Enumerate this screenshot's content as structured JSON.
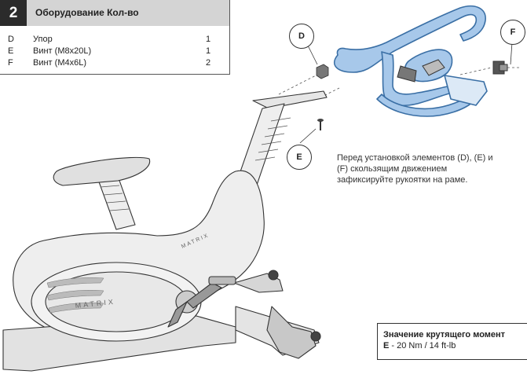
{
  "parts_table": {
    "step": "2",
    "header": "Оборудование Кол-во",
    "rows": [
      {
        "key": "D",
        "desc": "Упор",
        "qty": "1"
      },
      {
        "key": "E",
        "desc": "Винт (M8x20L)",
        "qty": "1"
      },
      {
        "key": "F",
        "desc": "Винт (M4x6L)",
        "qty": "2"
      }
    ]
  },
  "callouts": {
    "d": "D",
    "e": "E",
    "f": "F"
  },
  "instruction": "Перед установкой элементов (D), (E) и (F) скользящим движением зафиксируйте рукоятки на раме.",
  "bike_brand": "MATRIX",
  "torque": {
    "title": "Значение крутящего момент",
    "part": "E",
    "value": " - 20 Nm / 14 ft-lb"
  },
  "colors": {
    "handlebar_fill": "#a7c8ea",
    "handlebar_stroke": "#3a6fa5",
    "line": "#333333"
  }
}
